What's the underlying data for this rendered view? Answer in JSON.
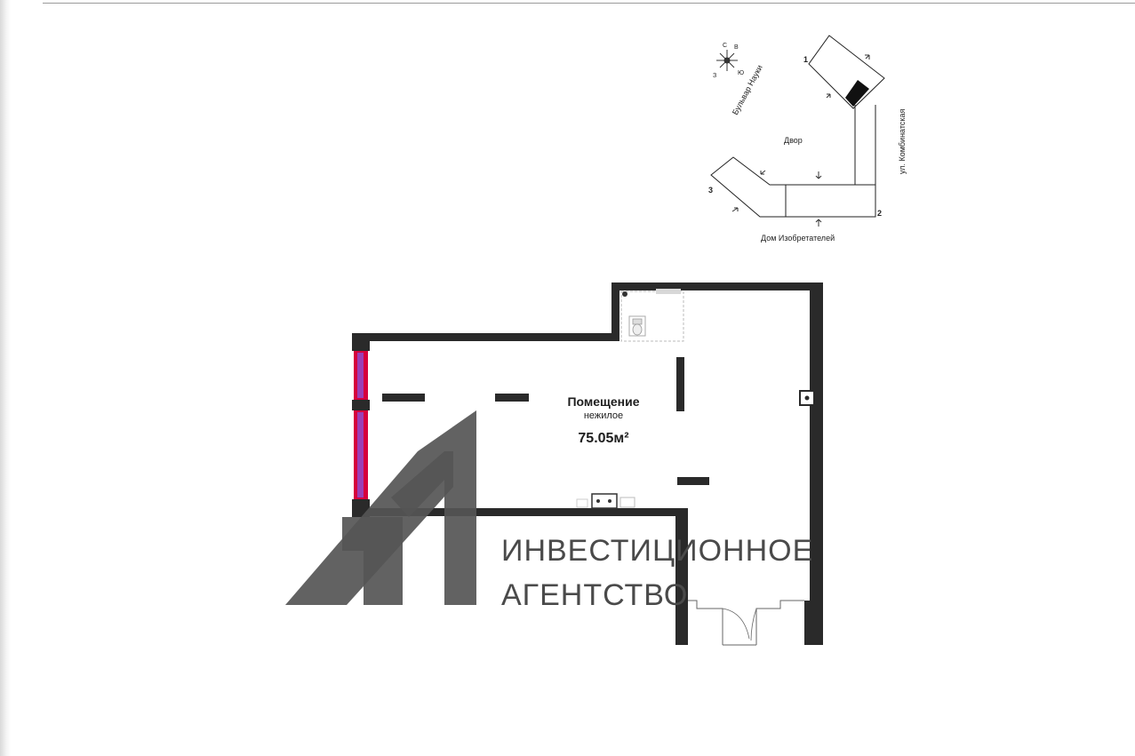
{
  "site_plan": {
    "compass": {
      "north": "С",
      "east": "В",
      "west": "З",
      "south": "Ю"
    },
    "streets": {
      "boulevard": "Бульвар Науки",
      "kombinatskaya": "ул. Комбинатская",
      "inventors_house": "Дом Изобретателей"
    },
    "yard_label": "Двор",
    "building_numbers": [
      "1",
      "2",
      "3"
    ]
  },
  "floor_plan": {
    "room_name": "Помещение",
    "room_type": "нежилое",
    "area": "75.05м²",
    "window_colors": {
      "frame": "#d6003c",
      "glass": "#9b3fb6"
    },
    "wall_color": "#2a2a2a"
  },
  "watermark": {
    "logo_text": "А1",
    "line1": "ИНВЕСТИЦИОННОЕ",
    "line2": "АГЕНТСТВО",
    "color": "#555555"
  }
}
